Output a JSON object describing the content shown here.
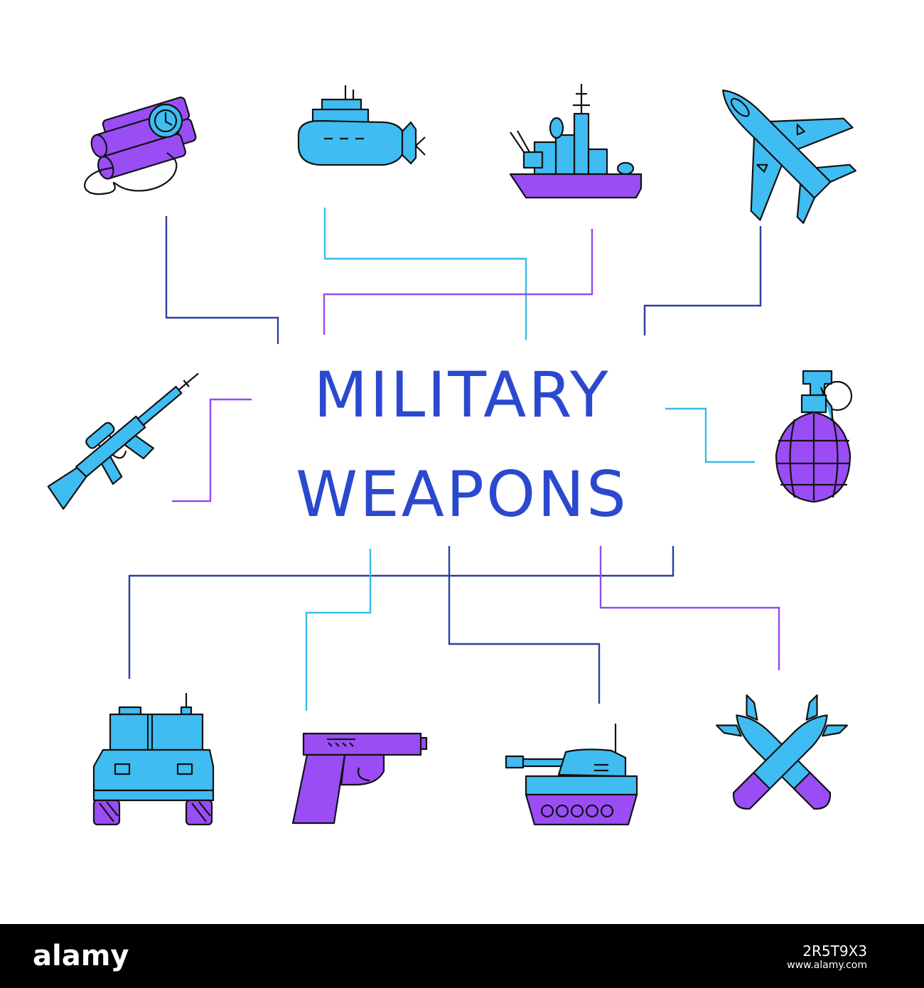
{
  "title": {
    "line1": "MILITARY",
    "line2": "WEAPONS"
  },
  "colors": {
    "title": "#2b49cf",
    "navy": "#2b3f9e",
    "cyan": "#38bce8",
    "purple": "#9548f2",
    "outline": "#111111",
    "fill_blue": "#3fbdf2",
    "fill_purple": "#9a4df5"
  },
  "icons": [
    {
      "name": "dynamite-clock-icon"
    },
    {
      "name": "submarine-icon"
    },
    {
      "name": "warship-icon"
    },
    {
      "name": "fighter-jet-icon"
    },
    {
      "name": "assault-rifle-icon"
    },
    {
      "name": "hand-grenade-icon"
    },
    {
      "name": "armored-vehicle-icon"
    },
    {
      "name": "pistol-icon"
    },
    {
      "name": "tank-icon"
    },
    {
      "name": "crossed-missiles-icon"
    }
  ],
  "watermark": {
    "logo": "alamy",
    "image_id": "2R5T9X3",
    "url": "www.alamy.com"
  }
}
